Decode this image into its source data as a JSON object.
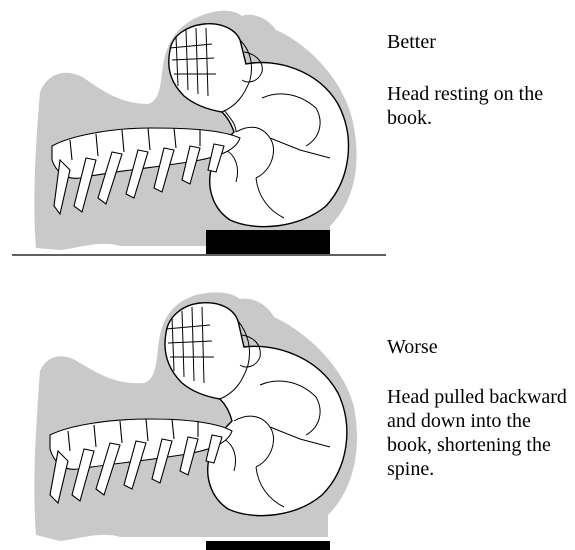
{
  "figures": [
    {
      "id": "better",
      "title": "Better",
      "description": "Head resting on the book."
    },
    {
      "id": "worse",
      "title": "Worse",
      "description": "Head pulled backward and down into the book, shortening the spine."
    }
  ],
  "colors": {
    "shadow": "#c9c9c9",
    "bone_fill": "#ffffff",
    "bone_outline": "#000000",
    "book": "#000000"
  },
  "icons": [
    "skull-illustration",
    "neck-vertebrae-illustration",
    "book-block"
  ]
}
